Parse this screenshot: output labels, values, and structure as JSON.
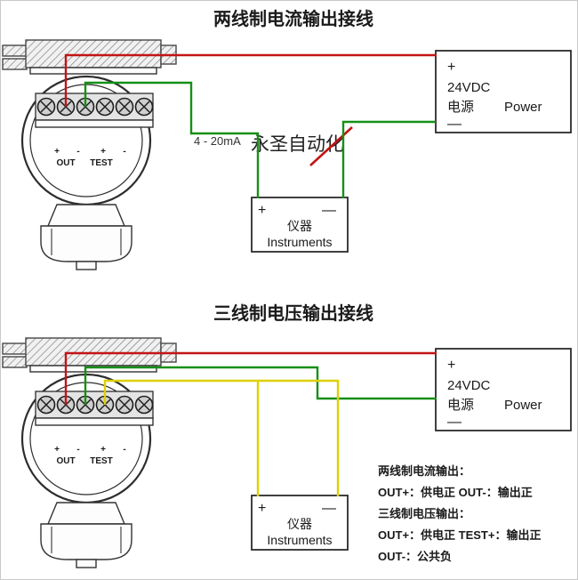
{
  "colors": {
    "red": "#c31414",
    "green": "#159015",
    "yellow": "#ddd007"
  },
  "top": {
    "title": "两线制电流输出接线",
    "current_label": "4 - 20mA",
    "watermark": "永圣自动化",
    "power": {
      "plus": "+",
      "voltage": "24VDC",
      "cn": "电源",
      "en": "Power",
      "minus": "—"
    },
    "instrument": {
      "plus": "+",
      "minus": "—",
      "cn": "仪器",
      "en": "Instruments"
    }
  },
  "bottom": {
    "title": "三线制电压输出接线",
    "power": {
      "plus": "+",
      "voltage": "24VDC",
      "cn": "电源",
      "en": "Power",
      "minus": "—"
    },
    "instrument": {
      "plus": "+",
      "minus": "—",
      "cn": "仪器",
      "en": "Instruments"
    }
  },
  "transmitter": {
    "t_plus": "+",
    "t_minus": "-",
    "out": "OUT",
    "test": "TEST"
  },
  "notes": {
    "l1": "两线制电流输出：",
    "l2": "OUT+：供电正  OUT-：输出正",
    "l3": "三线制电压输出：",
    "l4": "OUT+：供电正  TEST+：输出正",
    "l5": "OUT-：公共负"
  }
}
